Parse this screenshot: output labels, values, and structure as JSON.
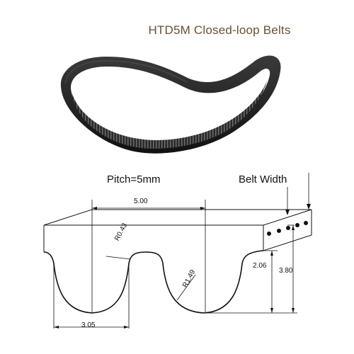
{
  "title": "HTD5M Closed-loop  Belts",
  "labels": {
    "pitch": "Pitch=5mm",
    "belt_width": "Belt Width"
  },
  "dimensions": {
    "pitch": "5.00",
    "tooth_width": "3.05",
    "tooth_height": "2.06",
    "belt_height": "3.80",
    "tip_radius": "R0.43",
    "root_radius": "R1.49"
  },
  "colors": {
    "title": "#6a5130",
    "belt": "#1c1c1c",
    "lines": "#111111"
  }
}
